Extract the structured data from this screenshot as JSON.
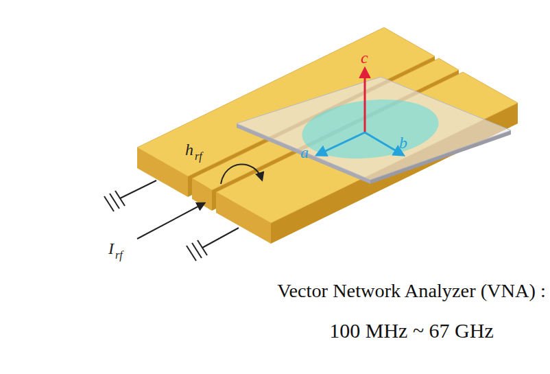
{
  "diagram": {
    "labels": [
      "c",
      "h",
      "rf",
      "b",
      "a",
      "I",
      "rf",
      "Vector Network Analyzer (VNA) :",
      "100 MHz ~ 67 GHz"
    ]
  }
}
